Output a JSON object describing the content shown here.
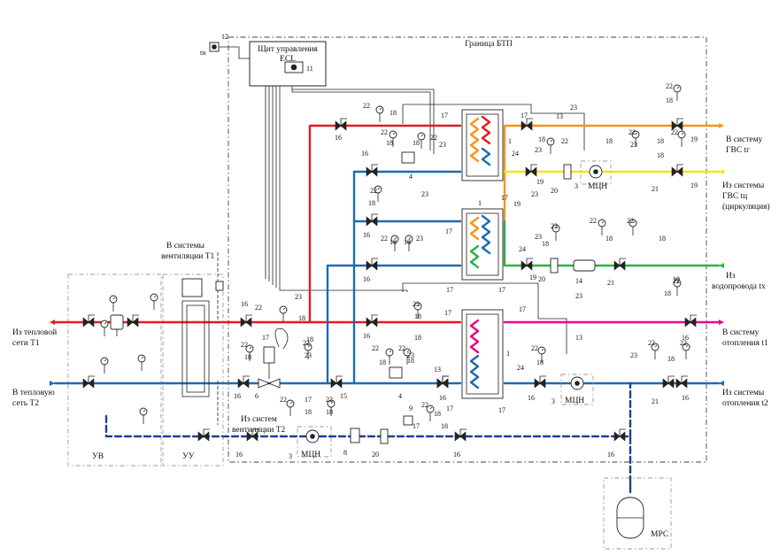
{
  "colors": {
    "red": "#e21b23",
    "blue": "#1c6bb4",
    "orange": "#f7941d",
    "yellow": "#f4e511",
    "green": "#2ab24a",
    "magenta": "#ec008c",
    "dark_blue_dashed": "#1c3f94"
  },
  "labels": {
    "control_panel_line1": "Щит управления",
    "control_panel_line2": "ECL",
    "boundary": "Граница БТП",
    "tn": "tн",
    "from_heat_net_1": "Из тепловой",
    "from_heat_net_2": "сети T1",
    "to_heat_net_1": "В тепловую",
    "to_heat_net_2": "сеть T2",
    "to_vent_1": "В системы",
    "to_vent_2": "вентиляции T1",
    "from_vent_1": "Из систем",
    "from_vent_2": "вентиляции T2",
    "to_dhw_1": "В систему",
    "to_dhw_2": "ГВС tг",
    "from_dhw_1": "Из системы",
    "from_dhw_2": "ГВС tц",
    "from_dhw_3": "(циркуляция)",
    "from_water_1": "Из",
    "from_water_2": "водопровода tх",
    "to_heating_1": "В систему",
    "to_heating_2": "отопления t1",
    "from_heating_1": "Из системы",
    "from_heating_2": "отопления t2",
    "uv": "УВ",
    "uu": "УУ",
    "mcn": "МЦН",
    "mrs": "МРС"
  },
  "numbers": {
    "n1": "1",
    "n3": "3",
    "n4": "4",
    "n6": "6",
    "n8": "8",
    "n9": "9",
    "n11": "11",
    "n12": "12",
    "n13": "13",
    "n14": "14",
    "n15": "15",
    "n16": "16",
    "n17": "17",
    "n18": "18",
    "n19": "19",
    "n20": "20",
    "n21": "21",
    "n22": "22",
    "n23": "23",
    "n24": "24"
  }
}
